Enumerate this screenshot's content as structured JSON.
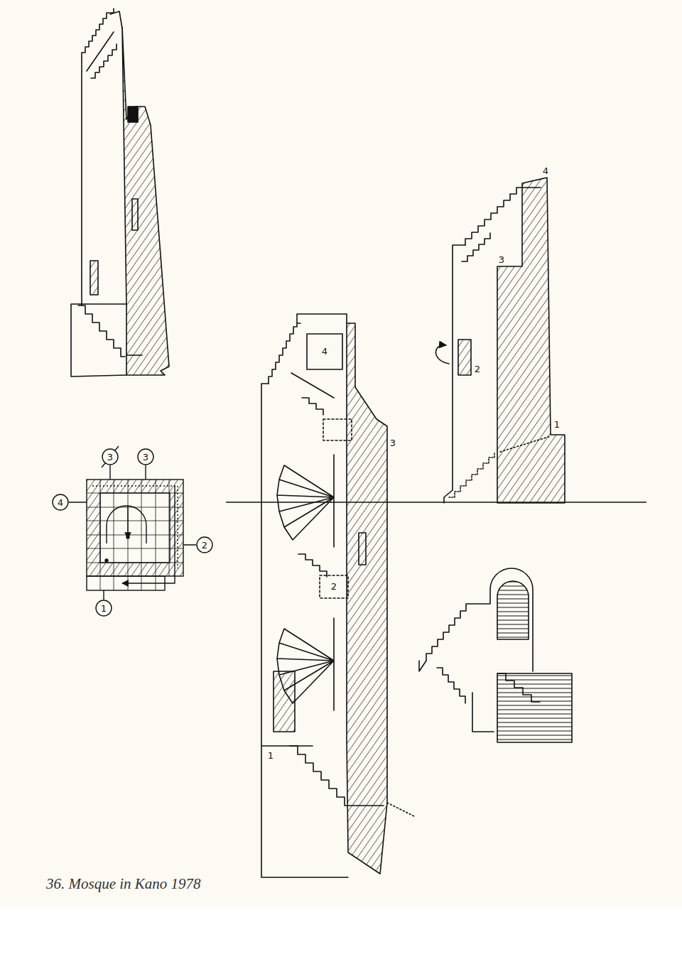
{
  "diagram": {
    "caption": "36. Mosque in Kano 1978",
    "nodes": [
      {
        "text": [
          "3"
        ]
      },
      {
        "text": [
          "3"
        ]
      },
      {
        "text": [
          "4"
        ]
      },
      {
        "text": [
          "2"
        ]
      },
      {
        "text": [
          "1"
        ]
      }
    ],
    "labels": [
      "4",
      "3",
      "2",
      "1",
      "4",
      "3",
      "2",
      "1"
    ]
  }
}
